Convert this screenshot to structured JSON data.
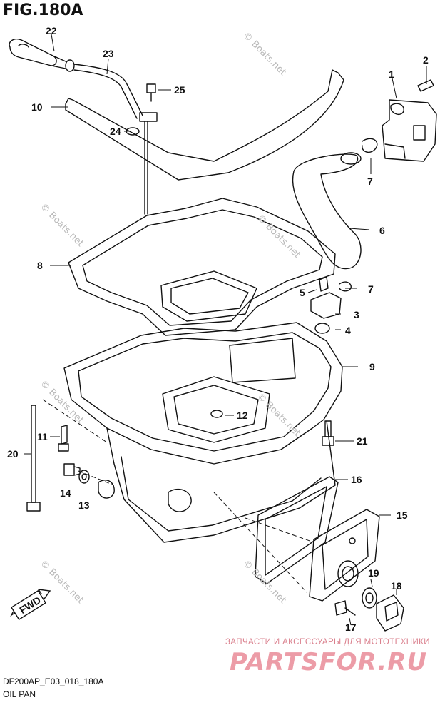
{
  "figure": {
    "title": "FIG.180A",
    "code": "DF200AP_E03_018_180A",
    "name": "OIL PAN"
  },
  "callouts": [
    "22",
    "23",
    "2",
    "1",
    "25",
    "10",
    "24",
    "7",
    "6",
    "8",
    "5",
    "7",
    "3",
    "4",
    "9",
    "12",
    "11",
    "21",
    "20",
    "16",
    "14",
    "13",
    "15",
    "19",
    "18",
    "17"
  ],
  "watermark": {
    "text": "© Boats.net"
  },
  "branding": {
    "tagline": "ЗАПЧАСТИ И АКСЕССУАРЫ ДЛЯ МОТОТЕХНИКИ",
    "logo": "PARTSFOR.RU",
    "logo_color": "#d7263d"
  },
  "fwd_arrow": {
    "label": "FWD"
  }
}
